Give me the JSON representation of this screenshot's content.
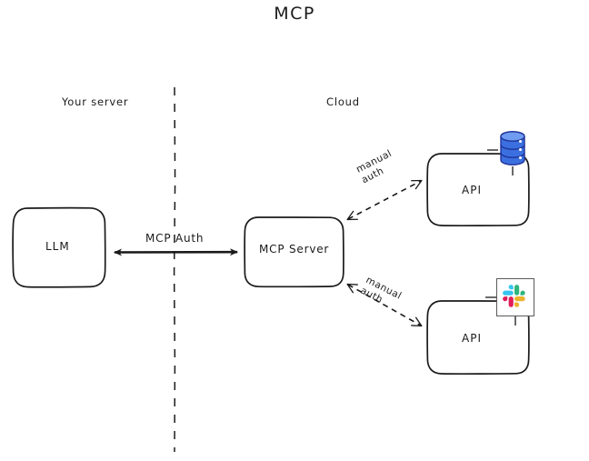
{
  "diagram": {
    "title": "MCP",
    "zones": [
      {
        "id": "left",
        "label": "Your server"
      },
      {
        "id": "right",
        "label": "Cloud"
      }
    ],
    "divider": {
      "style": "dashed",
      "orientation": "vertical"
    },
    "nodes": [
      {
        "id": "llm",
        "label": "LLM",
        "shape": "rounded-rect",
        "zone": "left"
      },
      {
        "id": "mcp-server",
        "label": "MCP Server",
        "shape": "rounded-rect",
        "zone": "right"
      },
      {
        "id": "api-top",
        "label": "API",
        "shape": "rounded-rect",
        "zone": "right",
        "icon": "database-icon"
      },
      {
        "id": "api-bottom",
        "label": "API",
        "shape": "rounded-rect",
        "zone": "right",
        "icon": "slack-icon"
      }
    ],
    "edges": [
      {
        "id": "llm-mcp",
        "label": "MCP Auth",
        "style": "solid",
        "arrows": "both",
        "from": "llm",
        "to": "mcp-server"
      },
      {
        "id": "mcp-api-top",
        "label": "manual\nauth",
        "style": "dashed",
        "arrows": "both",
        "from": "mcp-server",
        "to": "api-top"
      },
      {
        "id": "mcp-api-bottom",
        "label": "manual\nauth",
        "style": "dashed",
        "arrows": "both",
        "from": "mcp-server",
        "to": "api-bottom"
      }
    ],
    "icons": {
      "database": {
        "name": "database-icon",
        "color": "#3b6fe0",
        "accent": "#2a52be"
      },
      "slack": {
        "name": "slack-icon",
        "blue": "#36C5F0",
        "green": "#2EB67D",
        "red": "#E01E5A",
        "yellow": "#ECB22E"
      }
    },
    "colors": {
      "stroke": "#1a1a1a",
      "background": "#ffffff"
    }
  }
}
